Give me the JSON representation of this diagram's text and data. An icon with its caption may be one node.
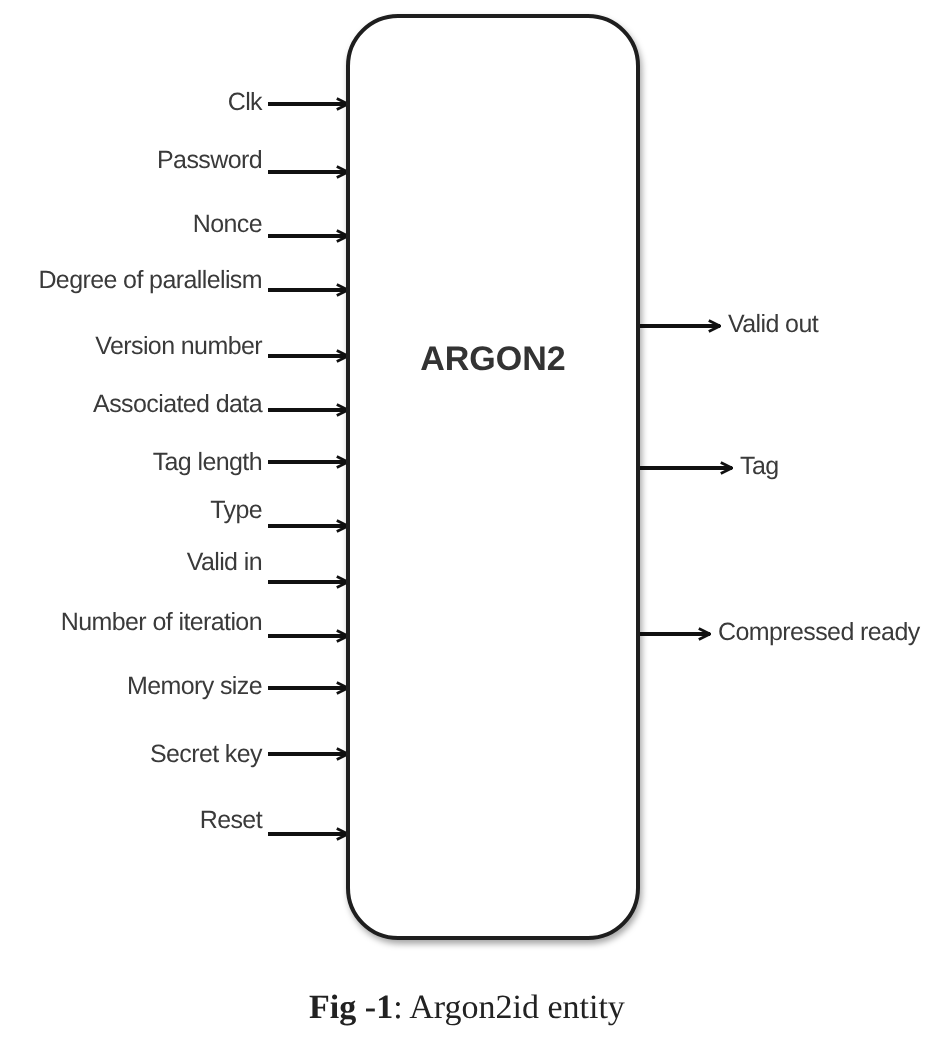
{
  "diagram": {
    "caption": "**Fig -1**: Argon2id entity",
    "nodes": [
      {
        "text": [
          "ARGON2"
        ]
      },
      {
        "text": [
          "Clk"
        ]
      },
      {
        "text": [
          "Password"
        ]
      },
      {
        "text": [
          "Nonce"
        ]
      },
      {
        "text": [
          "Degree of parallelism"
        ]
      },
      {
        "text": [
          "Version number"
        ]
      },
      {
        "text": [
          "Associated data"
        ]
      },
      {
        "text": [
          "Tag length"
        ]
      },
      {
        "text": [
          "Type"
        ]
      },
      {
        "text": [
          "Valid in"
        ]
      },
      {
        "text": [
          "Number of iteration"
        ]
      },
      {
        "text": [
          "Memory size"
        ]
      },
      {
        "text": [
          "Secret key"
        ]
      },
      {
        "text": [
          "Reset"
        ]
      },
      {
        "text": [
          "Valid out"
        ]
      },
      {
        "text": [
          "Tag"
        ]
      },
      {
        "text": [
          "Compressed ready"
        ]
      }
    ],
    "edges": [
      {
        "from": 1,
        "to": 0,
        "arrow": "to"
      },
      {
        "from": 2,
        "to": 0,
        "arrow": "to"
      },
      {
        "from": 3,
        "to": 0,
        "arrow": "to"
      },
      {
        "from": 4,
        "to": 0,
        "arrow": "to"
      },
      {
        "from": 5,
        "to": 0,
        "arrow": "to"
      },
      {
        "from": 6,
        "to": 0,
        "arrow": "to"
      },
      {
        "from": 7,
        "to": 0,
        "arrow": "to"
      },
      {
        "from": 8,
        "to": 0,
        "arrow": "to"
      },
      {
        "from": 9,
        "to": 0,
        "arrow": "to"
      },
      {
        "from": 10,
        "to": 0,
        "arrow": "to"
      },
      {
        "from": 11,
        "to": 0,
        "arrow": "to"
      },
      {
        "from": 12,
        "to": 0,
        "arrow": "to"
      },
      {
        "from": 13,
        "to": 0,
        "arrow": "to"
      },
      {
        "from": 0,
        "to": 14,
        "arrow": "to"
      },
      {
        "from": 0,
        "to": 15,
        "arrow": "to"
      },
      {
        "from": 0,
        "to": 16,
        "arrow": "to"
      }
    ]
  }
}
